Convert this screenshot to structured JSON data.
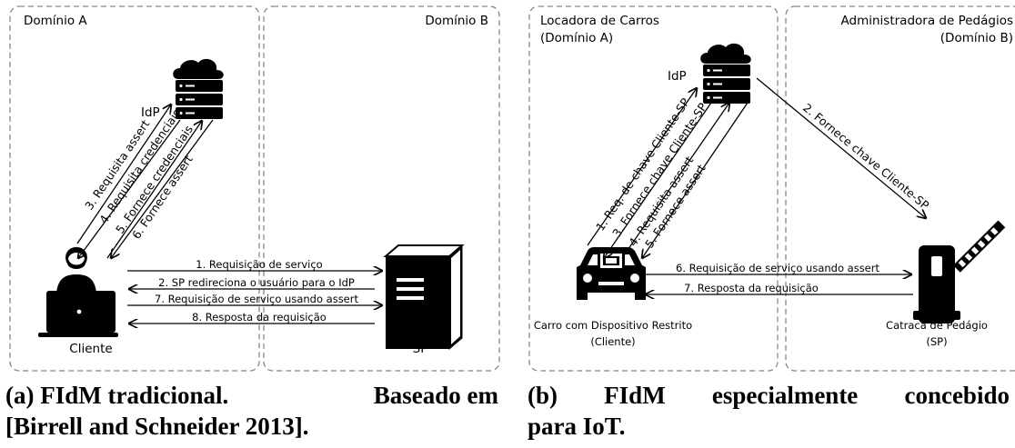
{
  "panel_a": {
    "domain_a": "Domínio A",
    "domain_b": "Domínio B",
    "idp": "IdP",
    "client": "Cliente",
    "sp": "SP",
    "diag_msgs": [
      "3. Requisita assert",
      "4. Requisita credenciais",
      "5. Fornece credenciais",
      "6. Fornece assert"
    ],
    "horiz_msgs": [
      "1. Requisição de serviço",
      "2. SP redireciona o usuário para o IdP",
      "7. Requisição de serviço usando assert",
      "8. Resposta da requisição"
    ]
  },
  "panel_b": {
    "domain_a_line1": "Locadora de Carros",
    "domain_a_line2": "(Domínio A)",
    "domain_b_line1": "Administradora de Pedágios",
    "domain_b_line2": "(Domínio B)",
    "idp": "IdP",
    "car_line1": "Carro com Dispositivo Restrito",
    "car_line2": "(Cliente)",
    "toll_line1": "Catraca de Pedágio",
    "toll_line2": "(SP)",
    "diag_msgs": [
      "1. Req. de chave Cliente-SP",
      "3. Fornece chave Cliente-SP",
      "4. Requisita assert",
      "5. Fornece assert"
    ],
    "idp_to_toll": "2. Fornece chave Cliente-SP",
    "horiz_msgs": [
      "6. Requisição de serviço usando assert",
      "7. Resposta da requisição"
    ]
  },
  "captions": {
    "a_part1": "(a) FIdM tradicional.",
    "a_part2": "Baseado em",
    "a_line2": "[Birrell and Schneider 2013].",
    "b_part1": "(b)",
    "b_part2": "FIdM",
    "b_part3": "especialmente",
    "b_part4": "concebido",
    "b_line2": "para IoT."
  }
}
